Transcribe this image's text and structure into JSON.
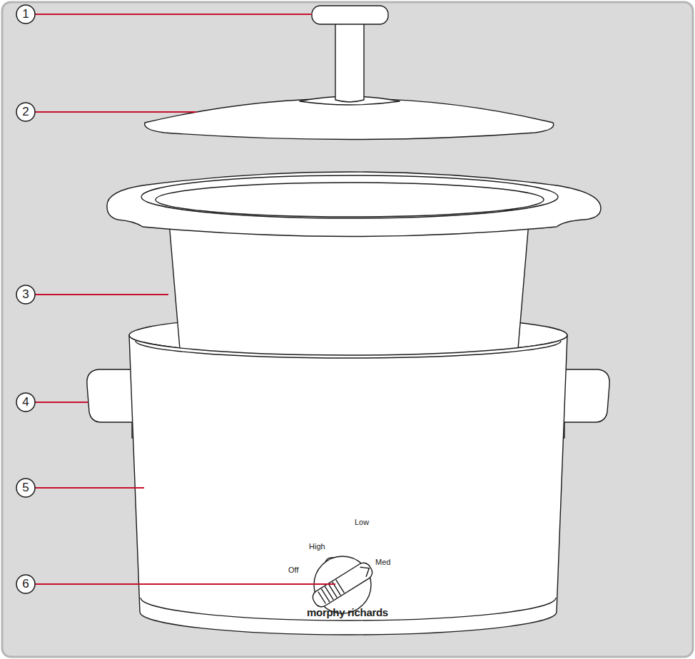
{
  "diagram": {
    "labels": [
      "1",
      "2",
      "3",
      "4",
      "5",
      "6",
      "High",
      "Low",
      "Med",
      "Off",
      "morphy richards"
    ]
  }
}
